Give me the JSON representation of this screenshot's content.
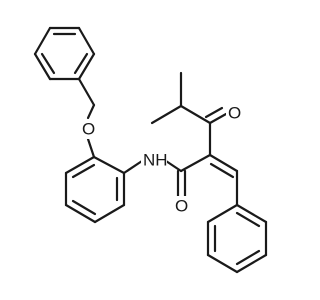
{
  "molecule": {
    "atoms": {
      "O_ether": "O",
      "O_ketone": "O",
      "NH_amide": "NH",
      "O_amide": "O"
    },
    "colors": {
      "bond": "#1a1a1a",
      "background": "#ffffff"
    }
  }
}
